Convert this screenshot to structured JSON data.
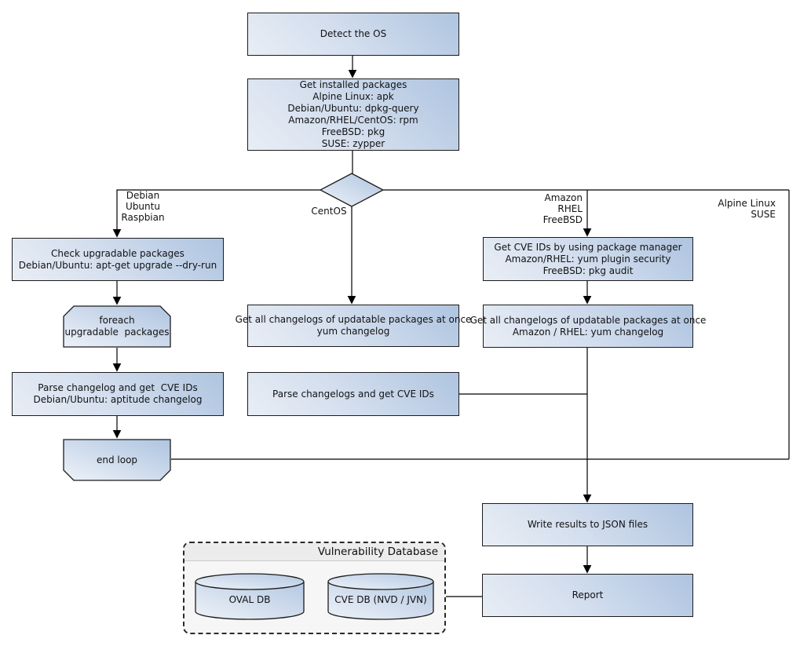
{
  "nodes": {
    "detect_os": "Detect the OS",
    "get_installed_packages": "Get installed packages\nAlpine Linux: apk\nDebian/Ubuntu: dpkg-query\nAmazon/RHEL/CentOS: rpm\nFreeBSD: pkg\nSUSE: zypper",
    "check_upgradable": "Check upgradable packages\nDebian/Ubuntu: apt-get upgrade --dry-run",
    "foreach_loop": "foreach\nupgradable  packages",
    "parse_changelog_deb": "Parse changelog and get  CVE IDs\nDebian/Ubuntu: aptitude changelog",
    "end_loop": "end loop",
    "get_changelogs_centos": "Get all changelogs of updatable packages at once\nyum changelog",
    "parse_changelogs_centos": "Parse changelogs and get CVE IDs",
    "get_cve_ids_pkgmgr": "Get CVE IDs by using package manager\nAmazon/RHEL: yum plugin security\nFreeBSD: pkg audit",
    "get_changelogs_amazon": "Get all changelogs of updatable packages at once\nAmazon / RHEL: yum changelog",
    "write_results": "Write results to JSON files",
    "report": "Report"
  },
  "branch_labels": {
    "deb_branch": "Debian\nUbuntu\nRaspbian",
    "centos_branch": "CentOS",
    "amazon_branch": "Amazon\nRHEL\nFreeBSD",
    "alpine_branch": "Alpine Linux\nSUSE"
  },
  "database_group": {
    "title": "Vulnerability Database",
    "oval_db": "OVAL DB",
    "cve_db": "CVE DB (NVD / JVN)"
  },
  "colors": {
    "node_gradient_start": "#e9eef5",
    "node_gradient_end": "#aec4e0",
    "node_border": "#1c1c1c",
    "connector": "#000000",
    "group_fill": "#f6f6f6",
    "group_header_fill": "#ececec",
    "text": "#121212"
  }
}
